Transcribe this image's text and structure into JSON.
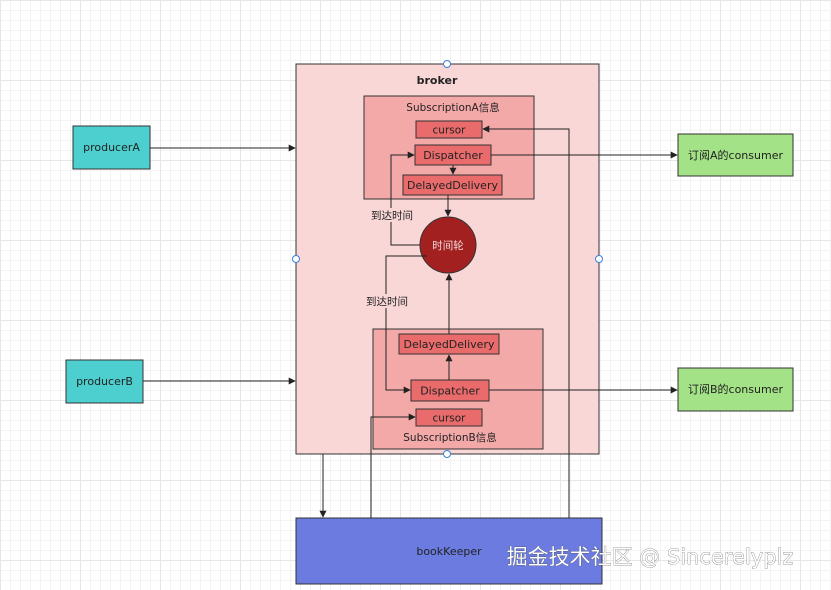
{
  "nodes": {
    "broker": "broker",
    "producer_a": "producerA",
    "producer_b": "producerB",
    "subscription_a": "SubscriptionA信息",
    "subscription_b": "SubscriptionB信息",
    "cursor_a": "cursor",
    "dispatcher_a": "Dispatcher",
    "delayed_a": "DelayedDelivery",
    "time_wheel": "时间轮",
    "delayed_b": "DelayedDelivery",
    "dispatcher_b": "Dispatcher",
    "cursor_b": "cursor",
    "consumer_a": "订阅A的consumer",
    "consumer_b": "订阅B的consumer",
    "bookkeeper": "bookKeeper"
  },
  "edge_labels": {
    "arrival_time_a": "到达时间",
    "arrival_time_b": "到达时间"
  },
  "watermark": "掘金技术社区 @ Sincerelyplz",
  "colors": {
    "broker_fill": "#fad7d7",
    "subscription_fill": "#f4a9a9",
    "inner_box_fill": "#ea6b6b",
    "time_wheel_fill": "#a32020",
    "producer_fill": "#4dcfcf",
    "consumer_fill": "#a4e287",
    "bookkeeper_fill": "#6b7be0"
  }
}
